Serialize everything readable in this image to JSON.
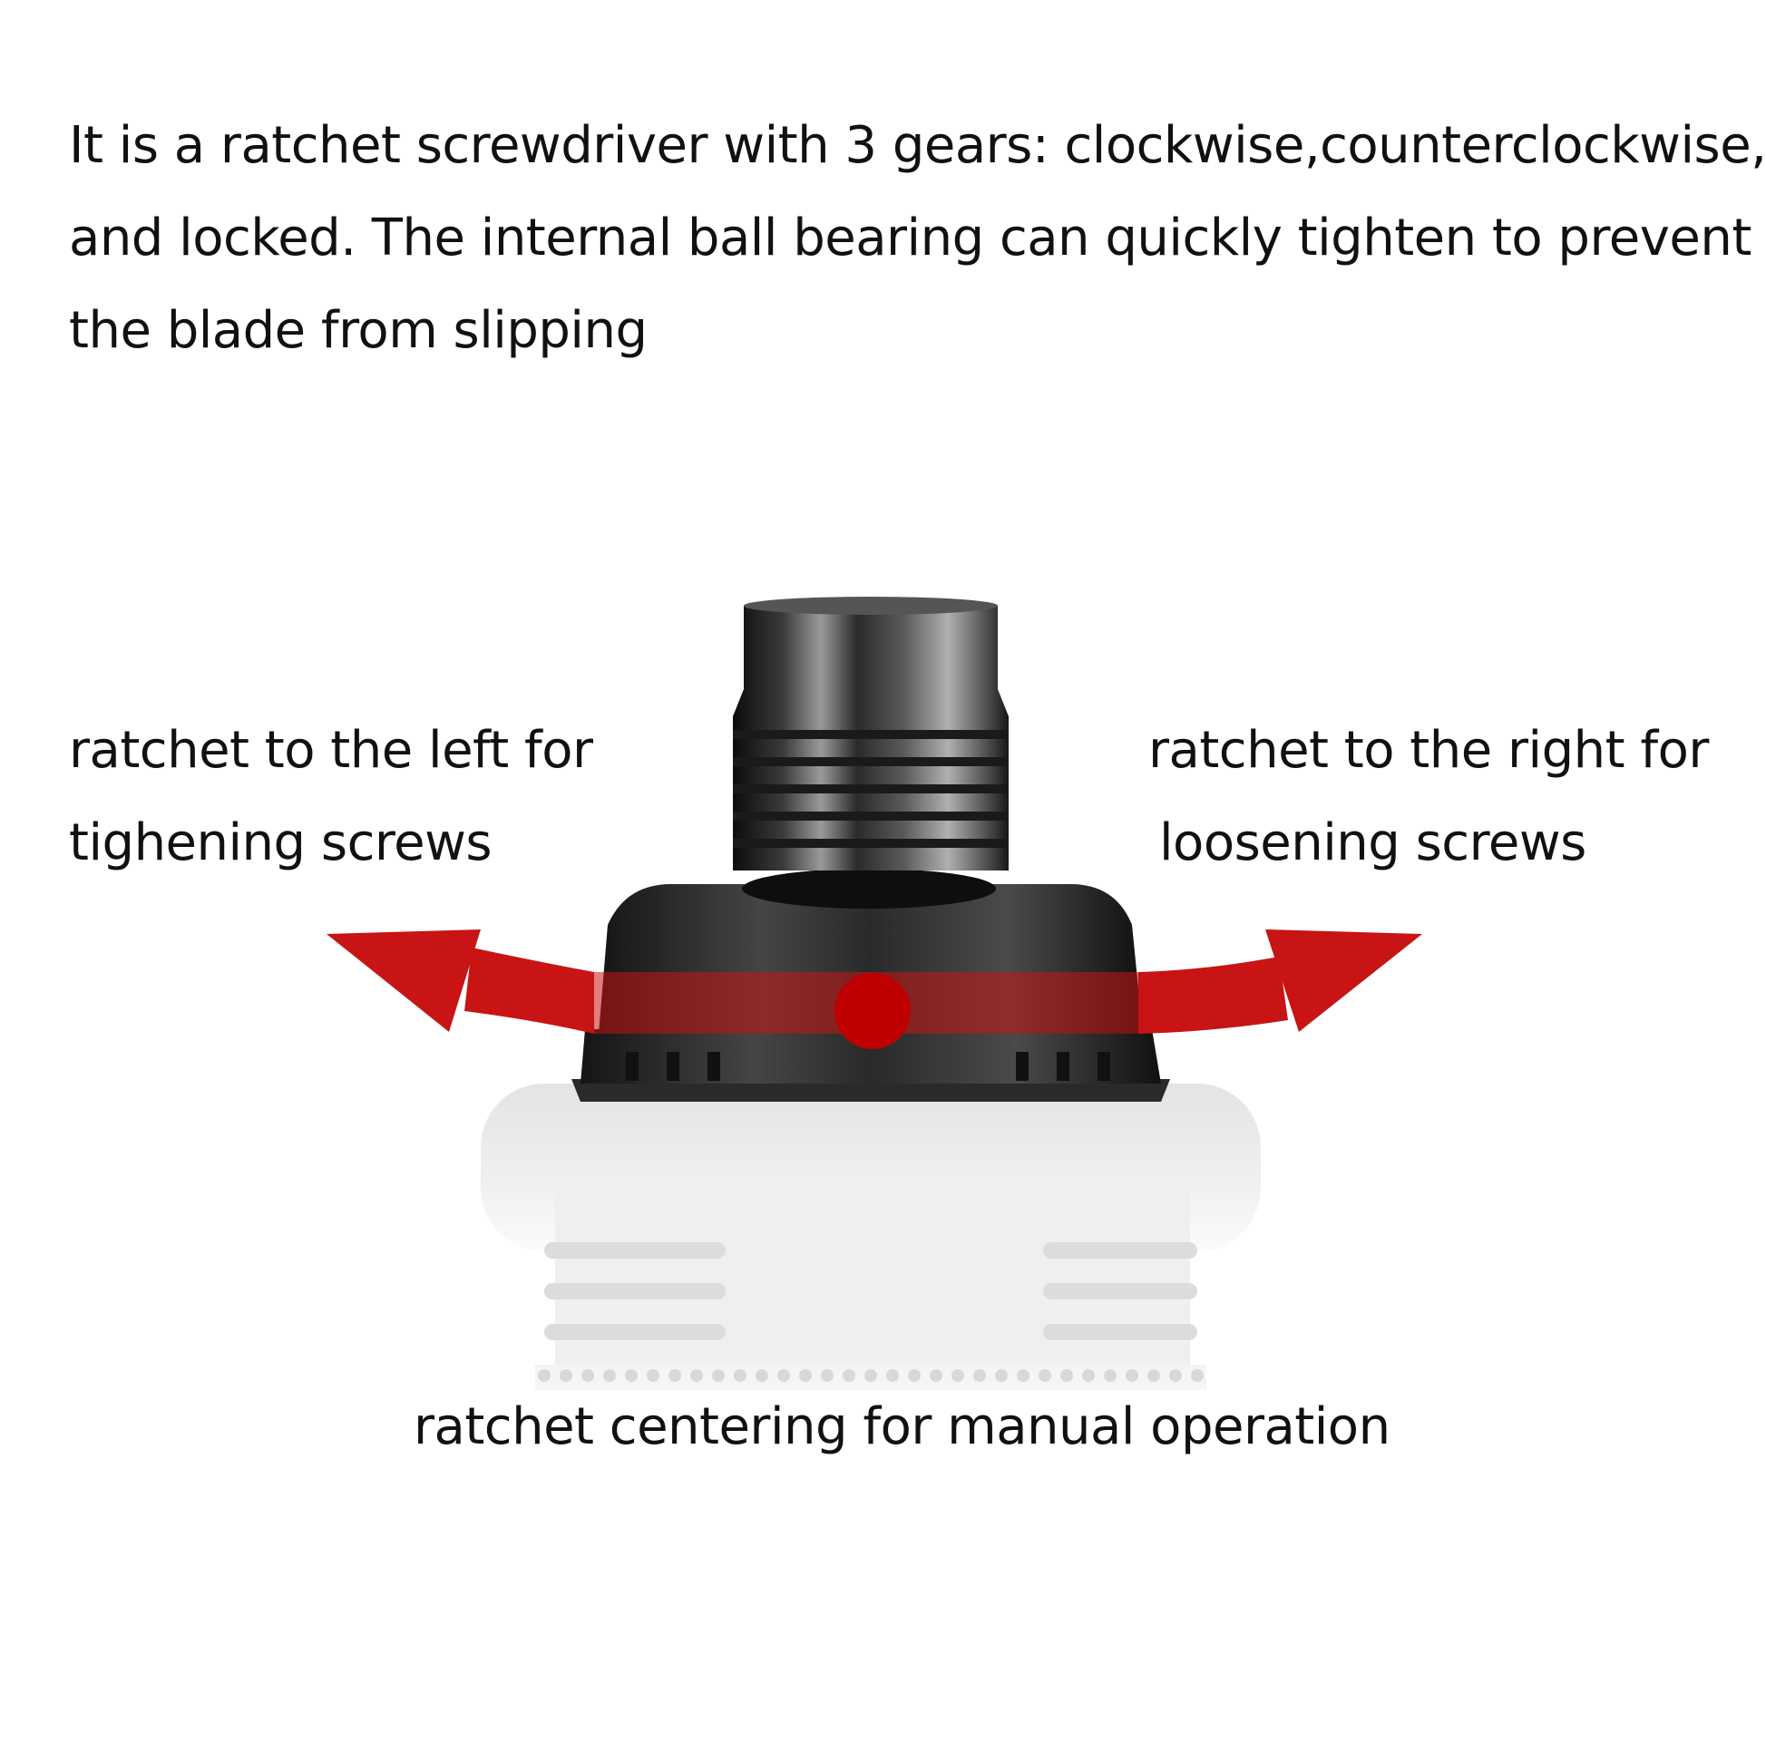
{
  "intro": {
    "line1": "It is a ratchet screwdriver with 3 gears: clockwise,counterclockwise,",
    "line2": "and locked. The internal ball bearing can quickly tighten to prevent",
    "line3": "the blade from slipping"
  },
  "labels": {
    "left_line1": "ratchet to the left for",
    "left_line2": "tighening screws",
    "right_line1": "ratchet to the right for",
    "right_line2": "loosening screws",
    "bottom": "ratchet centering for manual  operation"
  },
  "colors": {
    "arrow_red": "#c81414",
    "dot_red": "#c00000",
    "bit_holder_black": "#1e1e1e",
    "handle_white": "#e6e6e6"
  },
  "icons": {
    "left_arrow": "curved-arrow-left-icon",
    "right_arrow": "curved-arrow-right-icon",
    "center_dot": "center-dot-icon"
  }
}
